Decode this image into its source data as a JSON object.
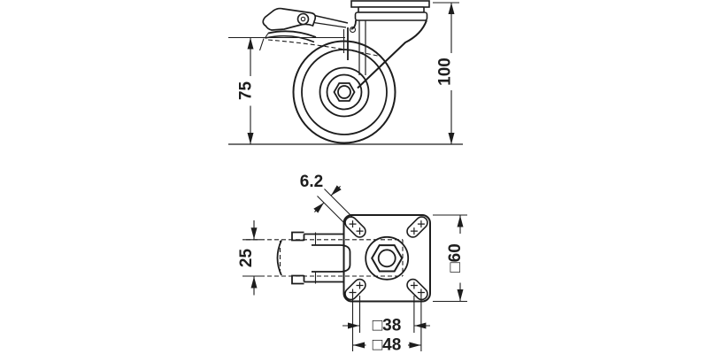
{
  "colors": {
    "background": "#ffffff",
    "line": "#1d1d1d"
  },
  "side_view": {
    "dim_wheel_diameter": "75",
    "dim_overall_height": "100"
  },
  "plan_view": {
    "dim_hole_width": "6.2",
    "dim_wheel_width": "25",
    "dim_plate_square": "□60",
    "dim_bolt_square_inner": "□38",
    "dim_bolt_square_outer": "□48"
  }
}
